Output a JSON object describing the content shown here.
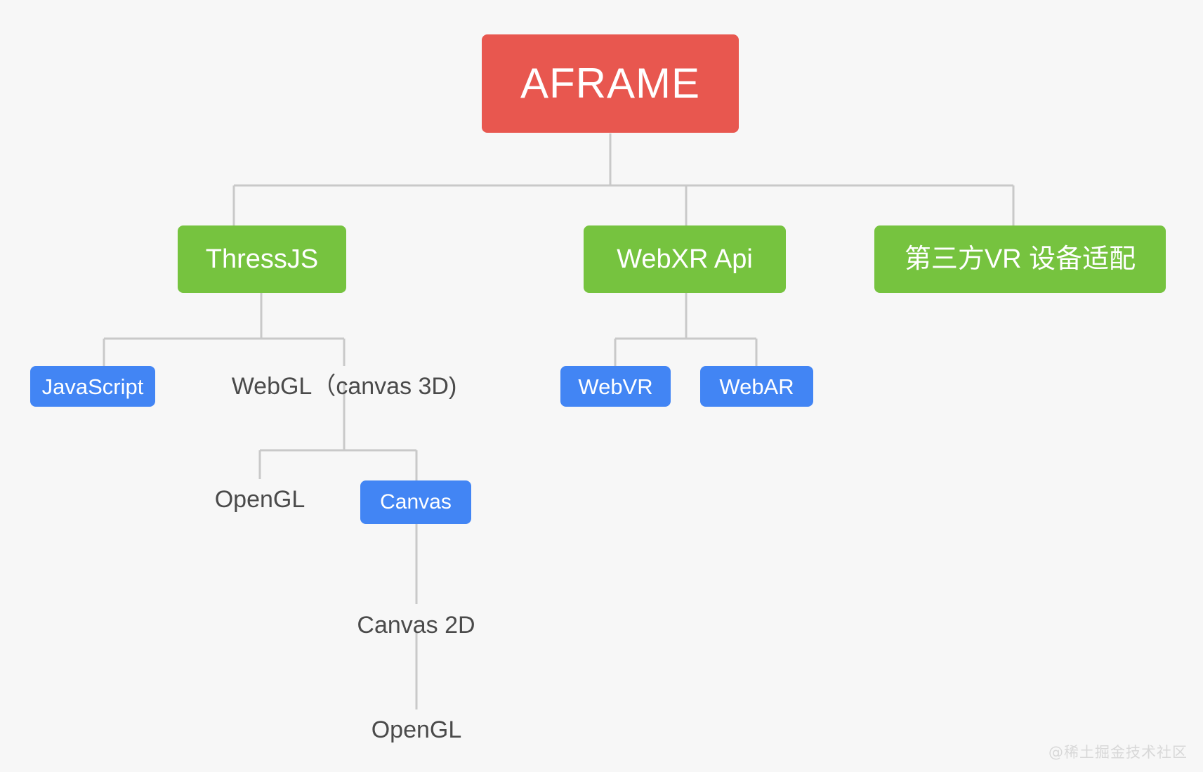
{
  "diagram": {
    "title": "AFRAME technology stack tree",
    "background_color": "#f7f7f7",
    "edge_color": "#c9c9c9",
    "colors": {
      "root": "#e8574f",
      "level1": "#76c33f",
      "leaf": "#4285f4",
      "plain_text": "#4a4a4a"
    },
    "nodes": {
      "root": {
        "label": "AFRAME",
        "style": "red-box"
      },
      "level1": [
        {
          "label": "ThressJS",
          "style": "green-box"
        },
        {
          "label": "WebXR Api",
          "style": "green-box"
        },
        {
          "label": "第三方VR 设备适配",
          "style": "green-box"
        }
      ],
      "threejs_children": [
        {
          "label": "JavaScript",
          "style": "blue-box"
        },
        {
          "label": "WebGL（canvas 3D)",
          "style": "plain-text"
        }
      ],
      "webxr_children": [
        {
          "label": "WebVR",
          "style": "blue-box"
        },
        {
          "label": "WebAR",
          "style": "blue-box"
        }
      ],
      "webgl_children": [
        {
          "label": "OpenGL",
          "style": "plain-text"
        },
        {
          "label": "Canvas",
          "style": "blue-box"
        }
      ],
      "canvas_children": [
        {
          "label": "Canvas 2D",
          "style": "plain-text"
        }
      ],
      "canvas2d_children": [
        {
          "label": "OpenGL",
          "style": "plain-text"
        }
      ]
    }
  },
  "watermark": {
    "text": "@稀土掘金技术社区"
  }
}
